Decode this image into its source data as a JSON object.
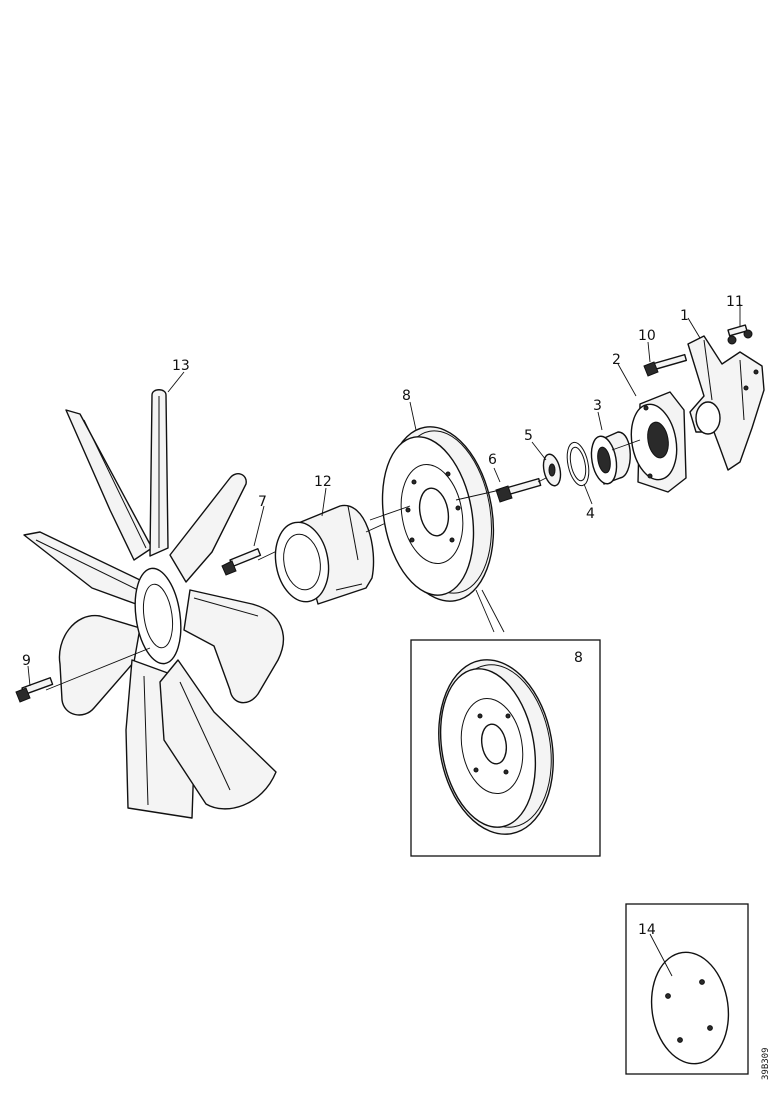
{
  "callouts": {
    "c1": "1",
    "c2": "2",
    "c3": "3",
    "c4": "4",
    "c5": "5",
    "c6": "6",
    "c7": "7",
    "c8": "8",
    "c9": "9",
    "c10": "10",
    "c11": "11",
    "c12": "12",
    "c13": "13",
    "c14": "14",
    "c8_inset": "8"
  },
  "drawing_code": "39B309"
}
